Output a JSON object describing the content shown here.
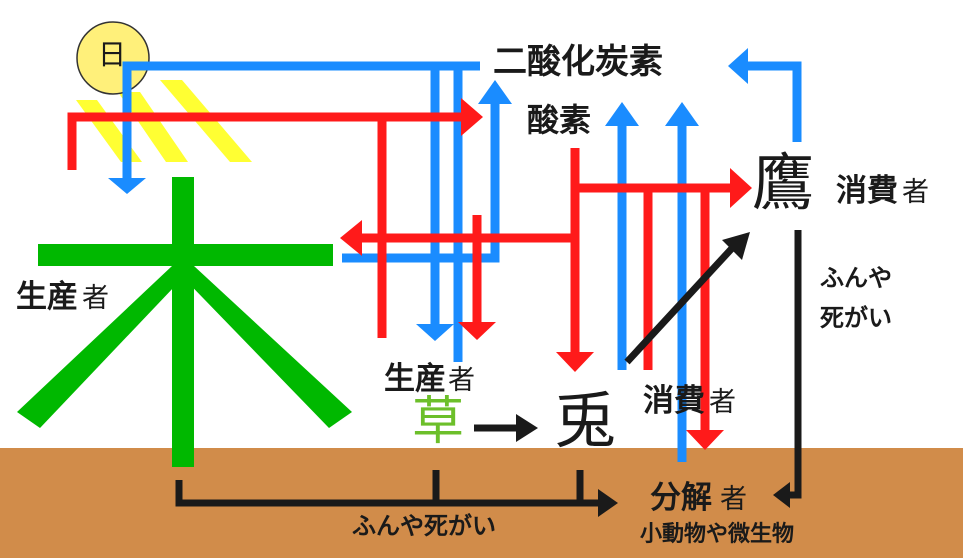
{
  "sun": {
    "label": "日"
  },
  "tree": {
    "glyph": "木"
  },
  "grass": {
    "glyph": "草"
  },
  "rabbit": {
    "glyph": "兎"
  },
  "hawk": {
    "glyph": "鷹"
  },
  "roles": {
    "producer_strong": "生産",
    "producer_weak": "者",
    "consumer_strong": "消費",
    "consumer_weak": "者",
    "decomposer_strong": "分解",
    "decomposer_weak": "者"
  },
  "gases": {
    "co2": "二酸化炭素",
    "o2": "酸素"
  },
  "flows": {
    "waste_death": "ふんや死がい",
    "waste_line1": "ふんや",
    "waste_line2": "死がい"
  },
  "decomposer_examples": "小動物や微生物",
  "colors": {
    "oxygen": "#ff1a1a",
    "co2": "#1a8cff",
    "tree": "#00b800",
    "grass": "#6cbf2a",
    "soil": "#d18c4a",
    "sun": "#fff07a",
    "sun_rays": "#ffff33",
    "food_chain": "#1a1a1a"
  }
}
